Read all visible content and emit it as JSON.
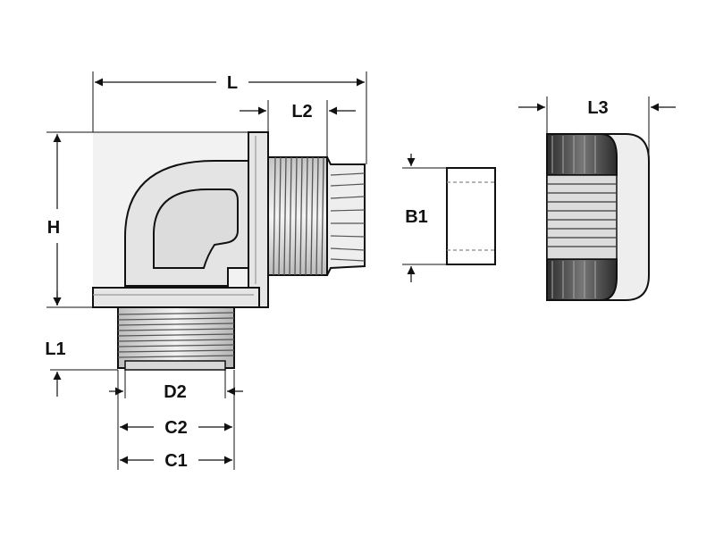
{
  "labels": {
    "L": "L",
    "L2": "L2",
    "L3": "L3",
    "H": "H",
    "B1": "B1",
    "L1": "L1",
    "D2": "D2",
    "C2": "C2",
    "C1": "C1"
  },
  "colors": {
    "line": "#111111",
    "body_fill": "#ececec",
    "shade": "#cfcfcf",
    "dark": "#3a3a3a"
  },
  "icons": [
    "arrowhead-icon"
  ]
}
